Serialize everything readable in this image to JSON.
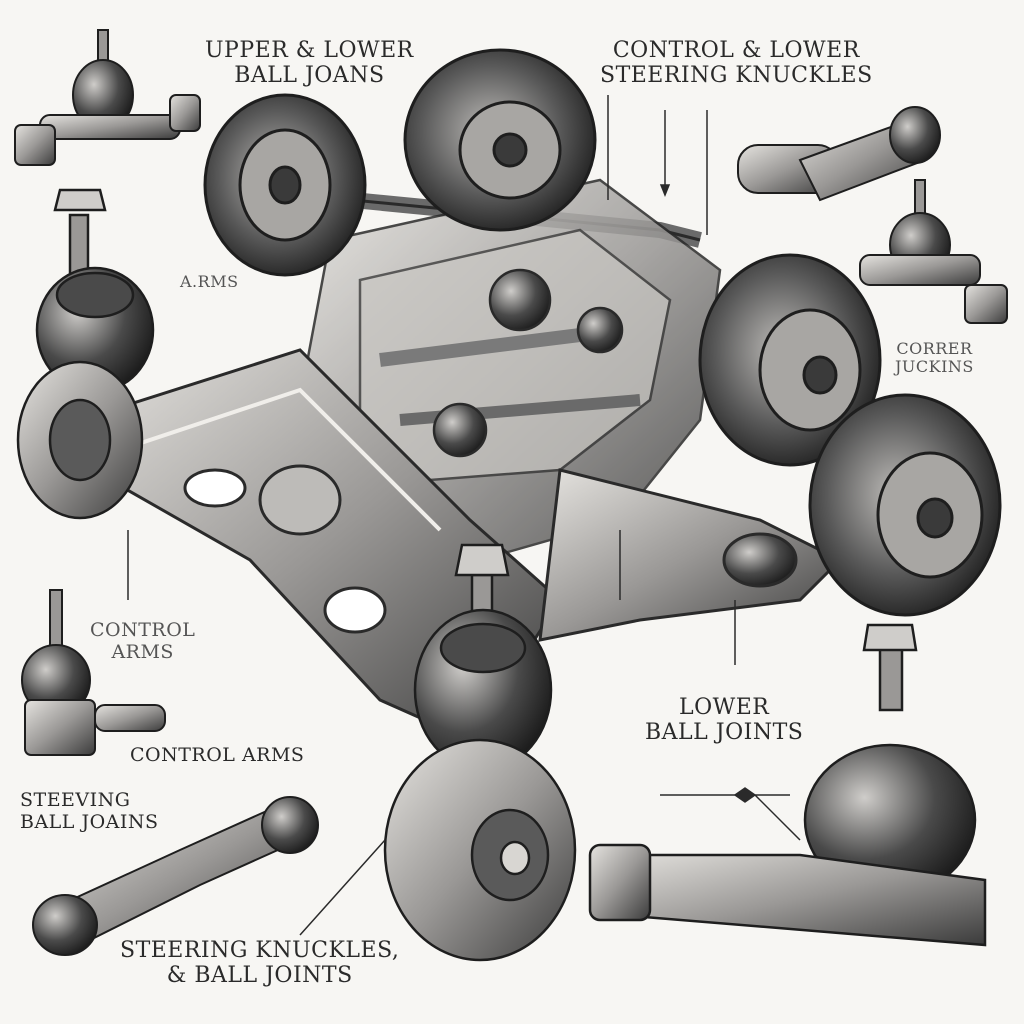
{
  "labels": {
    "upper_lower_ball_joints": [
      "UPPER & LOWER",
      "BALL JOANS"
    ],
    "control_steering_knuckles": [
      "CONTROL & LOWER",
      "STEERING KNUCKLES"
    ],
    "arms": "A.RMS",
    "corrper_juckins": [
      "CORRER",
      "JUCKINS"
    ],
    "control_arms_left": [
      "CONTROL",
      "ARMS"
    ],
    "control_arms_bottom": "CONTROL ARMS",
    "steeving_ball_joains": [
      "STEEVING",
      "BALL JOAINS"
    ],
    "lower_ball_joints": [
      "LOWER",
      "BALL JOINTS"
    ],
    "steering_knuckles_ball_joints": [
      "STEERING KNUCKLES,",
      "& BALL JOINTS"
    ]
  },
  "colors": {
    "ink": "#2a2a2a",
    "metal_dark": "#3a3a3a",
    "metal_mid": "#8a8a8a",
    "metal_light": "#d8d6d2",
    "paper": "#f7f6f3"
  }
}
